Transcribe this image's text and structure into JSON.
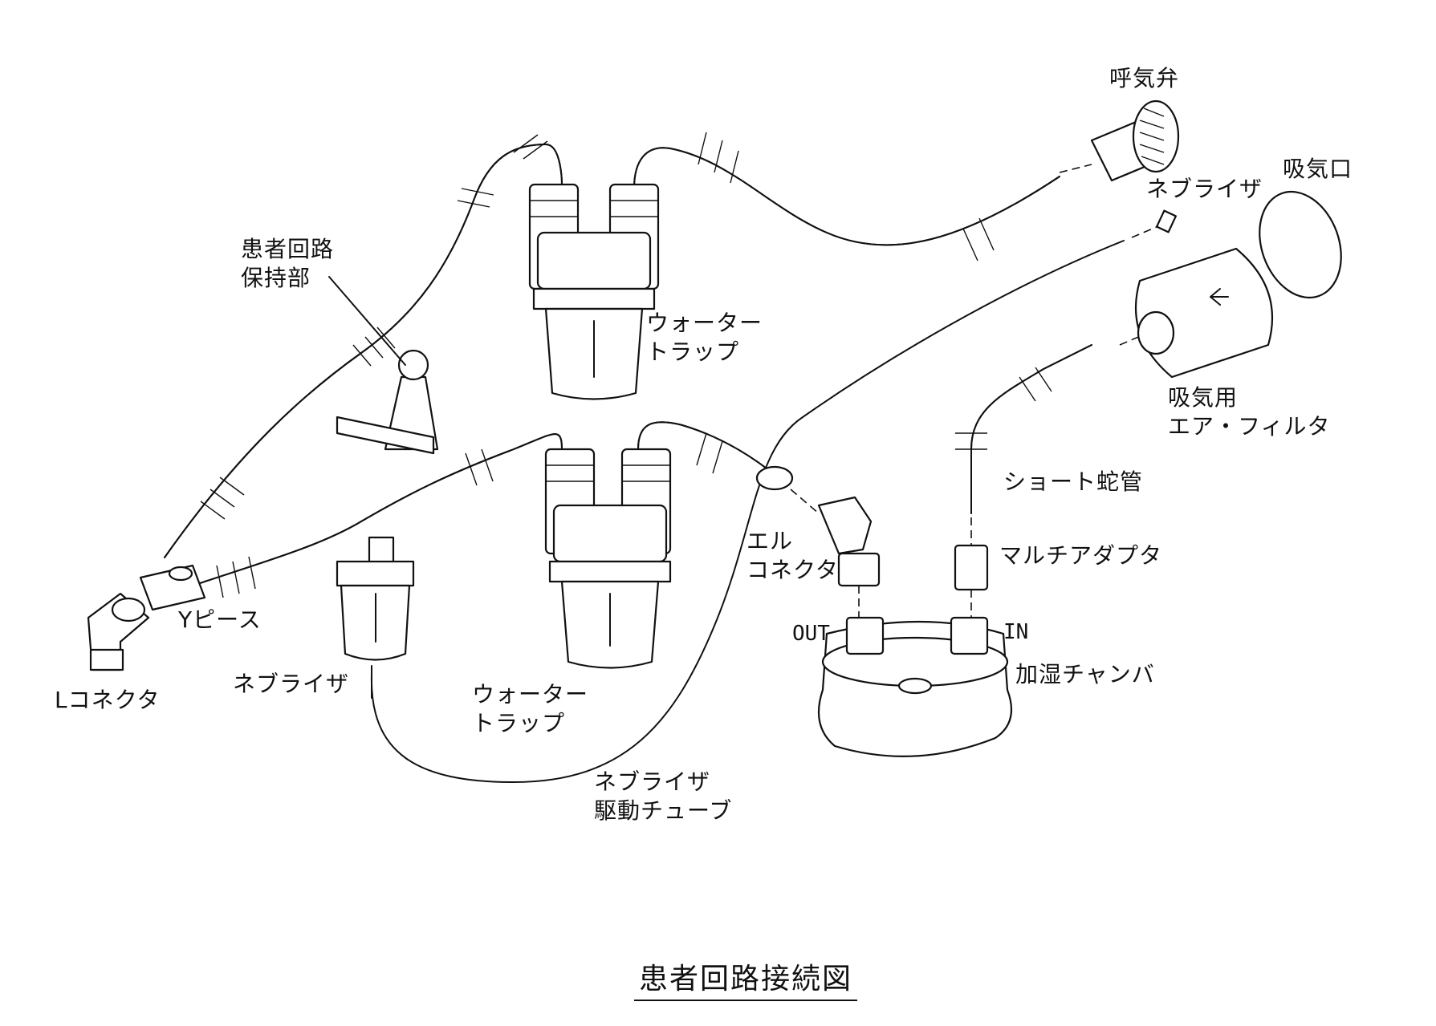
{
  "title": "患者回路接続図",
  "labels": {
    "exhalation_valve": "呼気弁",
    "nebulizer_top": "ネブライザ",
    "intake_port": "吸気口",
    "circuit_holder_1": "患者回路",
    "circuit_holder_2": "保持部",
    "water_trap_upper_1": "ウォーター",
    "water_trap_upper_2": "トラップ",
    "intake_filter_1": "吸気用",
    "intake_filter_2": "エア・フィルタ",
    "short_tube": "ショート蛇管",
    "l_connector_elbow_1": "エル",
    "l_connector_elbow_2": "コネクタ",
    "multi_adapter": "マルチアダプタ",
    "out_port": "OUT",
    "in_port": "IN",
    "humidifier_chamber": "加湿チャンバ",
    "y_piece": "Yピース",
    "l_connector": "Lコネクタ",
    "nebulizer_bottom": "ネブライザ",
    "water_trap_lower_1": "ウォーター",
    "water_trap_lower_2": "トラップ",
    "nebulizer_drive_tube_1": "ネブライザ",
    "nebulizer_drive_tube_2": "駆動チューブ"
  }
}
